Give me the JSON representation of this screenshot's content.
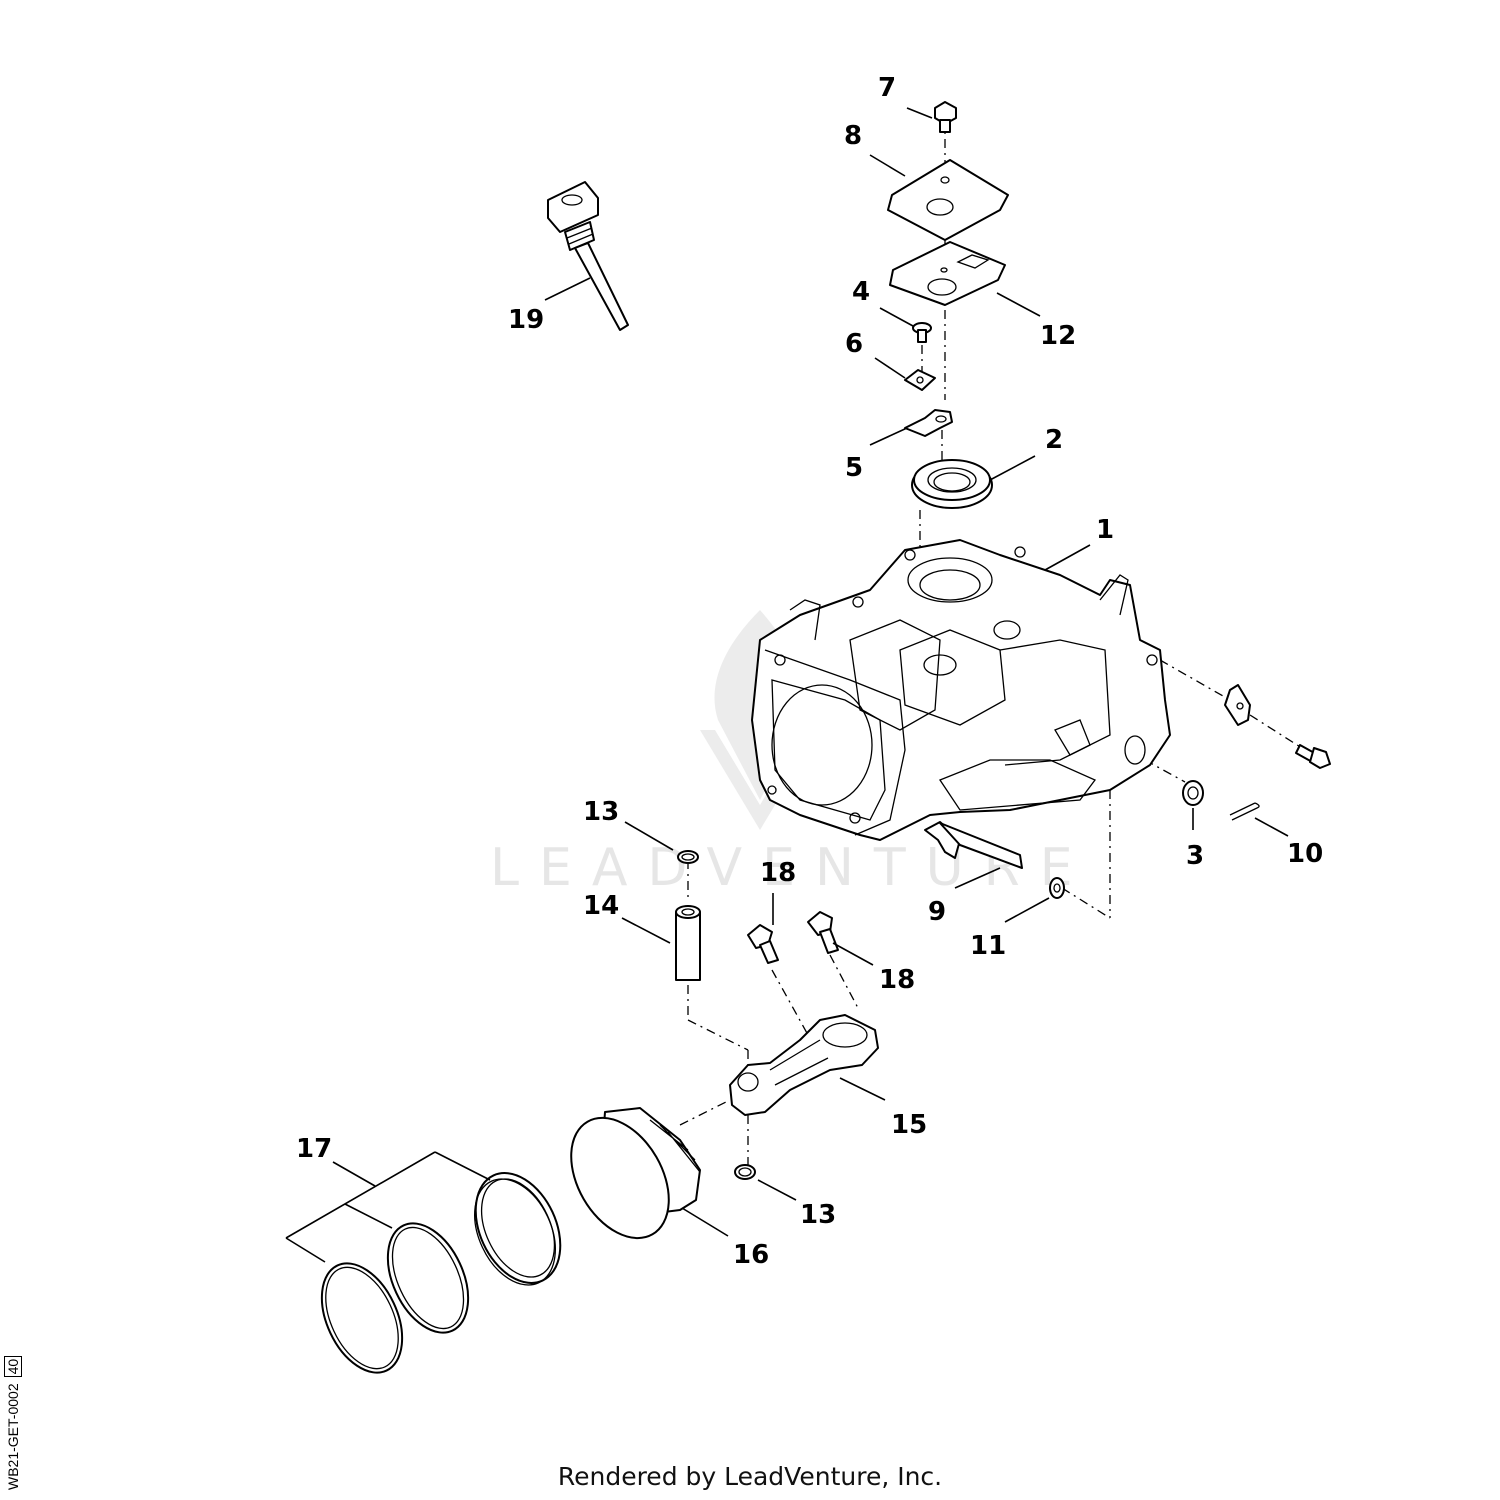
{
  "labels": {
    "p1": "1",
    "p2": "2",
    "p3": "3",
    "p4": "4",
    "p5": "5",
    "p6": "6",
    "p7": "7",
    "p8": "8",
    "p9": "9",
    "p10": "10",
    "p11": "11",
    "p12": "12",
    "p13a": "13",
    "p13b": "13",
    "p14": "14",
    "p15": "15",
    "p16": "16",
    "p17": "17",
    "p18a": "18",
    "p18b": "18",
    "p19": "19"
  },
  "watermark": "LEADVENTURE",
  "footer": "Rendered by LeadVenture, Inc.",
  "diagram_code": "WB21-GET-0002",
  "diagram_page": "40"
}
